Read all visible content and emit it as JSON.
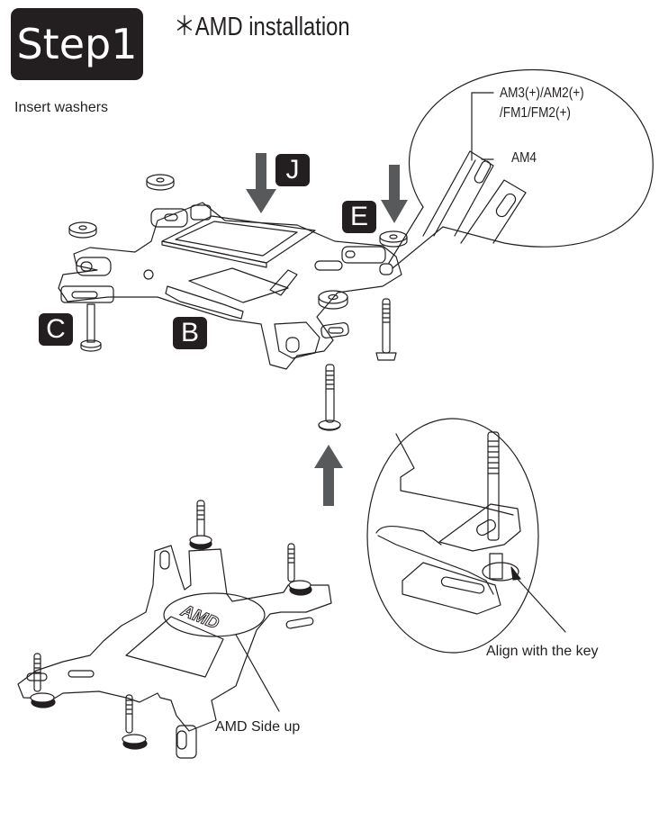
{
  "header": {
    "step_label": "Step1",
    "title": "＊AMD installation",
    "subtitle": "Insert washers"
  },
  "part_labels": {
    "j": "J",
    "e": "E",
    "c": "C",
    "b": "B"
  },
  "callouts": {
    "socket_top_line1": "AM3(+)/AM2(+)",
    "socket_top_line2": "/FM1/FM2(+)",
    "socket_am4": "AM4",
    "align_key": "Align with the key",
    "side_up": "AMD Side up",
    "plate_engraving": "AMD"
  },
  "colors": {
    "ink": "#231f20",
    "arrow": "#58595b",
    "background": "#ffffff"
  }
}
